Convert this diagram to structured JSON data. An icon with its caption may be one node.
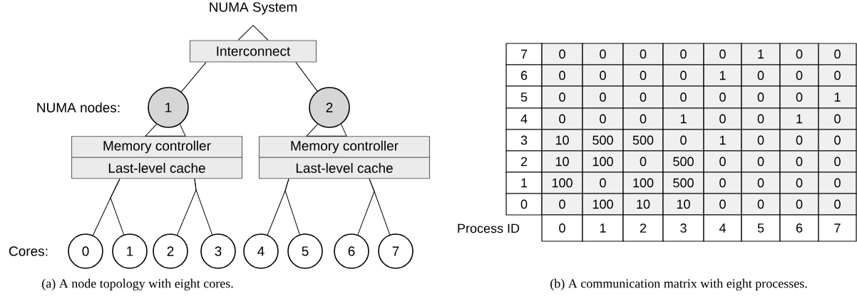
{
  "diagram": {
    "nodes": [
      {
        "text": [
          "NUMA System"
        ]
      },
      {
        "text": [
          "Interconnect"
        ]
      },
      {
        "text": [
          "1"
        ]
      },
      {
        "text": [
          "2"
        ]
      },
      {
        "text": [
          "Memory controller"
        ]
      },
      {
        "text": [
          "Last-level cache"
        ]
      },
      {
        "text": [
          "Memory controller"
        ]
      },
      {
        "text": [
          "Last-level cache"
        ]
      },
      {
        "text": [
          "0"
        ]
      },
      {
        "text": [
          "1"
        ]
      },
      {
        "text": [
          "2"
        ]
      },
      {
        "text": [
          "3"
        ]
      },
      {
        "text": [
          "4"
        ]
      },
      {
        "text": [
          "5"
        ]
      },
      {
        "text": [
          "6"
        ]
      },
      {
        "text": [
          "7"
        ]
      }
    ],
    "edges": [
      {
        "from": 0,
        "to": 1,
        "arrow": "none"
      },
      {
        "from": 1,
        "to": 2,
        "arrow": "none"
      },
      {
        "from": 1,
        "to": 3,
        "arrow": "none"
      },
      {
        "from": 2,
        "to": 4,
        "arrow": "none"
      },
      {
        "from": 3,
        "to": 6,
        "arrow": "none"
      },
      {
        "from": 5,
        "to": 8,
        "arrow": "none"
      },
      {
        "from": 5,
        "to": 9,
        "arrow": "none"
      },
      {
        "from": 5,
        "to": 10,
        "arrow": "none"
      },
      {
        "from": 5,
        "to": 11,
        "arrow": "none"
      },
      {
        "from": 7,
        "to": 12,
        "arrow": "none"
      },
      {
        "from": 7,
        "to": 13,
        "arrow": "none"
      },
      {
        "from": 7,
        "to": 14,
        "arrow": "none"
      },
      {
        "from": 7,
        "to": 15,
        "arrow": "none"
      }
    ],
    "labels": [
      "NUMA nodes:",
      "Cores:",
      "7",
      "0",
      "0",
      "0",
      "0",
      "0",
      "1",
      "0",
      "0",
      "6",
      "0",
      "0",
      "0",
      "0",
      "1",
      "0",
      "0",
      "0",
      "5",
      "0",
      "0",
      "0",
      "0",
      "0",
      "0",
      "0",
      "1",
      "4",
      "0",
      "0",
      "0",
      "1",
      "0",
      "0",
      "1",
      "0",
      "3",
      "10",
      "500",
      "500",
      "0",
      "1",
      "0",
      "0",
      "0",
      "2",
      "10",
      "100",
      "0",
      "500",
      "0",
      "0",
      "0",
      "0",
      "1",
      "100",
      "0",
      "100",
      "500",
      "0",
      "0",
      "0",
      "0",
      "0",
      "0",
      "100",
      "10",
      "10",
      "0",
      "0",
      "0",
      "0",
      "Process ID",
      "0",
      "1",
      "2",
      "3",
      "4",
      "5",
      "6",
      "7",
      "(a) A node topology with eight cores.",
      "(b) A communication matrix with eight processes."
    ]
  }
}
